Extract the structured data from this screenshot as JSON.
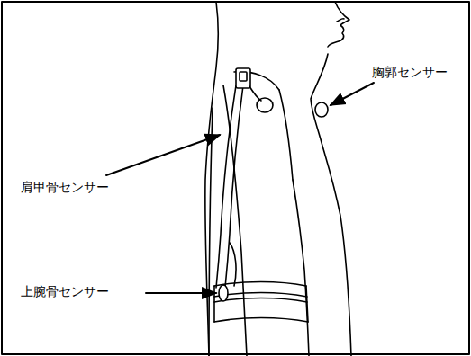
{
  "diagram": {
    "labels": [
      "肩甲骨センサー",
      "胸郭センサー",
      "上腕骨センサー"
    ]
  }
}
